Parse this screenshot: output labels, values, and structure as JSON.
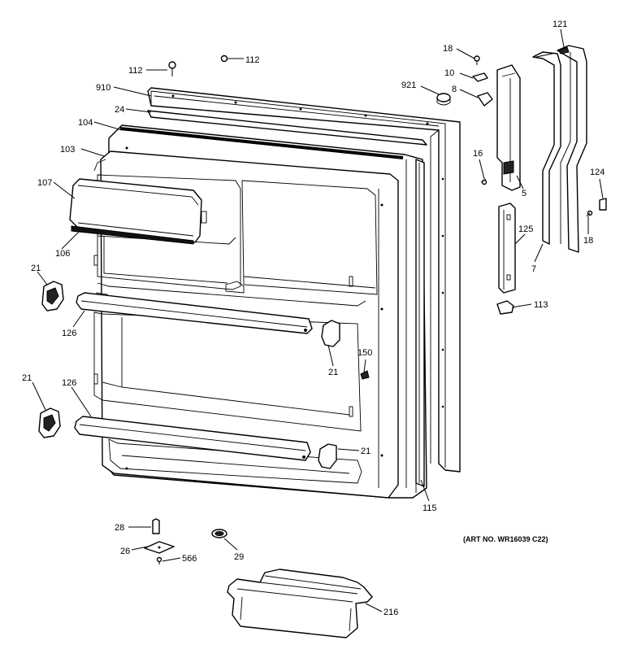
{
  "art_number": "(ART NO. WR16039 C22)",
  "callouts": {
    "c112a": "112",
    "c112b": "112",
    "c910": "910",
    "c24": "24",
    "c104": "104",
    "c103": "103",
    "c107": "107",
    "c106": "106",
    "c21a": "21",
    "c126a": "126",
    "c21b": "21",
    "c126b": "126",
    "c21c": "21",
    "c21d": "21",
    "c150": "150",
    "c115": "115",
    "c921": "921",
    "c18a": "18",
    "c10": "10",
    "c8": "8",
    "c16": "16",
    "c5": "5",
    "c121": "121",
    "c124": "124",
    "c18b": "18",
    "c125": "125",
    "c7": "7",
    "c113": "113",
    "c28": "28",
    "c26": "26",
    "c566": "566",
    "c29": "29",
    "c216": "216"
  }
}
